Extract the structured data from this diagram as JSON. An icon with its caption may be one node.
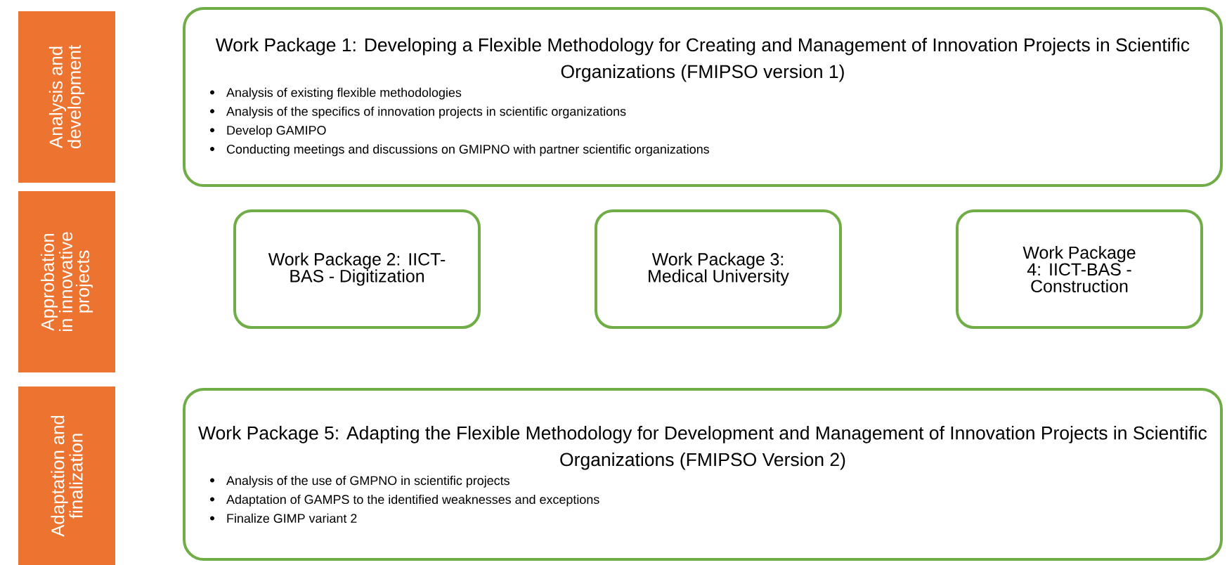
{
  "diagram": {
    "nodes": [
      {
        "text": [
          "Analysis and development"
        ]
      },
      {
        "text": [
          "Approbation in innovative projects"
        ]
      },
      {
        "text": [
          "Adaptation and finalization"
        ]
      },
      {
        "text": [
          "Work Package 1: Developing a Flexible Methodology for Creating and Management of Innovation Projects in Scientific Organizations (FMIPSO version 1)",
          "Analysis of existing flexible methodologies",
          "Analysis of the specifics of innovation projects in scientific organizations",
          "Develop GAMIPO",
          "Conducting meetings and discussions on GMIPNO with partner scientific organizations"
        ]
      },
      {
        "text": [
          "Work Package 2: IICT-BAS - Digitization"
        ]
      },
      {
        "text": [
          "Work Package 3: Medical University"
        ]
      },
      {
        "text": [
          "Work Package 4: IICT-BAS - Construction"
        ]
      },
      {
        "text": [
          "Work Package 5: Adapting the Flexible Methodology for Development and Management of Innovation Projects in Scientific Organizations (FMIPSO Version 2)",
          "Analysis of the use of GMPNO in scientific projects",
          "Adaptation of GAMPS to the identified weaknesses and exceptions",
          "Finalize GIMP variant 2"
        ]
      }
    ],
    "edges": []
  }
}
